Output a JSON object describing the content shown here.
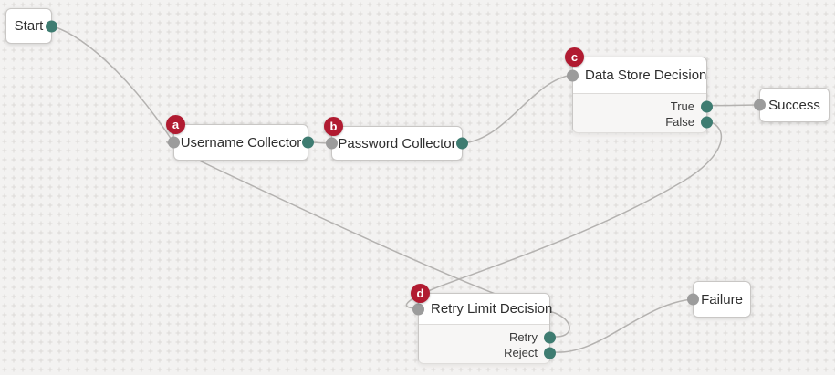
{
  "canvas": {
    "background_color": "#f3f2f1",
    "grid_mark_color": "#dcdad8"
  },
  "colors": {
    "badge": "#b11b31",
    "input_port": "#9c9c9c",
    "output_port": "#3e7c71",
    "wire": "#b4b2b0",
    "node_border": "#c9c7c5"
  },
  "nodes": {
    "start": {
      "label": "Start"
    },
    "username_collector": {
      "label": "Username Collector",
      "badge": "a"
    },
    "password_collector": {
      "label": "Password Collector",
      "badge": "b"
    },
    "data_store_decision": {
      "label": "Data Store Decision",
      "badge": "c",
      "outcomes": [
        "True",
        "False"
      ]
    },
    "success": {
      "label": "Success"
    },
    "retry_limit_decision": {
      "label": "Retry Limit Decision",
      "badge": "d",
      "outcomes": [
        "Retry",
        "Reject"
      ]
    },
    "failure": {
      "label": "Failure"
    }
  },
  "connections": [
    {
      "from": "start",
      "to": "username_collector"
    },
    {
      "from": "username_collector",
      "to": "password_collector"
    },
    {
      "from": "password_collector",
      "to": "data_store_decision"
    },
    {
      "from": "data_store_decision",
      "outcome": "True",
      "to": "success"
    },
    {
      "from": "data_store_decision",
      "outcome": "False",
      "to": "retry_limit_decision"
    },
    {
      "from": "retry_limit_decision",
      "outcome": "Retry",
      "to": "username_collector"
    },
    {
      "from": "retry_limit_decision",
      "outcome": "Reject",
      "to": "failure"
    }
  ]
}
